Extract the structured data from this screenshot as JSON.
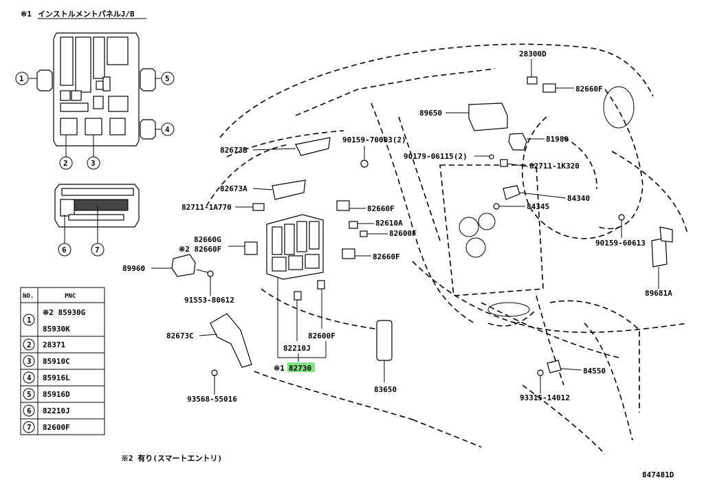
{
  "header": {
    "ref_mark": "※1",
    "title": "インストルメントパネルJ/B"
  },
  "table": {
    "col_no": "NO.",
    "col_pnc": "PNC",
    "rows": [
      {
        "no": "1",
        "pnc": [
          "※2 85930G",
          "85930K"
        ]
      },
      {
        "no": "2",
        "pnc": [
          "28371"
        ]
      },
      {
        "no": "3",
        "pnc": [
          "85910C"
        ]
      },
      {
        "no": "4",
        "pnc": [
          "85916L"
        ]
      },
      {
        "no": "5",
        "pnc": [
          "85916D"
        ]
      },
      {
        "no": "6",
        "pnc": [
          "82210J"
        ]
      },
      {
        "no": "7",
        "pnc": [
          "82600F"
        ]
      }
    ]
  },
  "callouts": [
    "1",
    "2",
    "3",
    "4",
    "5",
    "6",
    "7"
  ],
  "labels": {
    "l28300d": "28300D",
    "l82660f_a": "82660F",
    "l89650": "89650",
    "l90159_70003": "90159-70003(2)",
    "l81980": "81980",
    "l90179_06115": "90179-06115(2)",
    "l82711_1k320": "82711-1K320",
    "l82673b": "82673B",
    "l82673a": "82673A",
    "l84340": "84340",
    "l82711_1a770": "82711-1A770",
    "l84345": "84345",
    "l82660f_b": "82660F",
    "l82610a": "82610A",
    "l82600f_a": "82600F",
    "l82660g": "82660G",
    "l82660f_c": "※2 82660F",
    "l90159_60613": "90159-60613",
    "l89960": "89960",
    "l82660f_d": "82660F",
    "l89681a": "89681A",
    "l91553_80612": "91553-80612",
    "l82673c": "82673C",
    "l82210j": "82210J",
    "l82600f_b": "82600F",
    "l82730_mark": "※1",
    "l82730": "82730",
    "l84550": "84550",
    "l83650": "83650",
    "l93315_14012": "93315-14012",
    "l93568_55016": "93568-55016"
  },
  "footnote": "※2 有り(スマートエントリ)",
  "diagram_id": "847481D",
  "colors": {
    "highlight": "#7fe37f",
    "line": "#000000"
  }
}
